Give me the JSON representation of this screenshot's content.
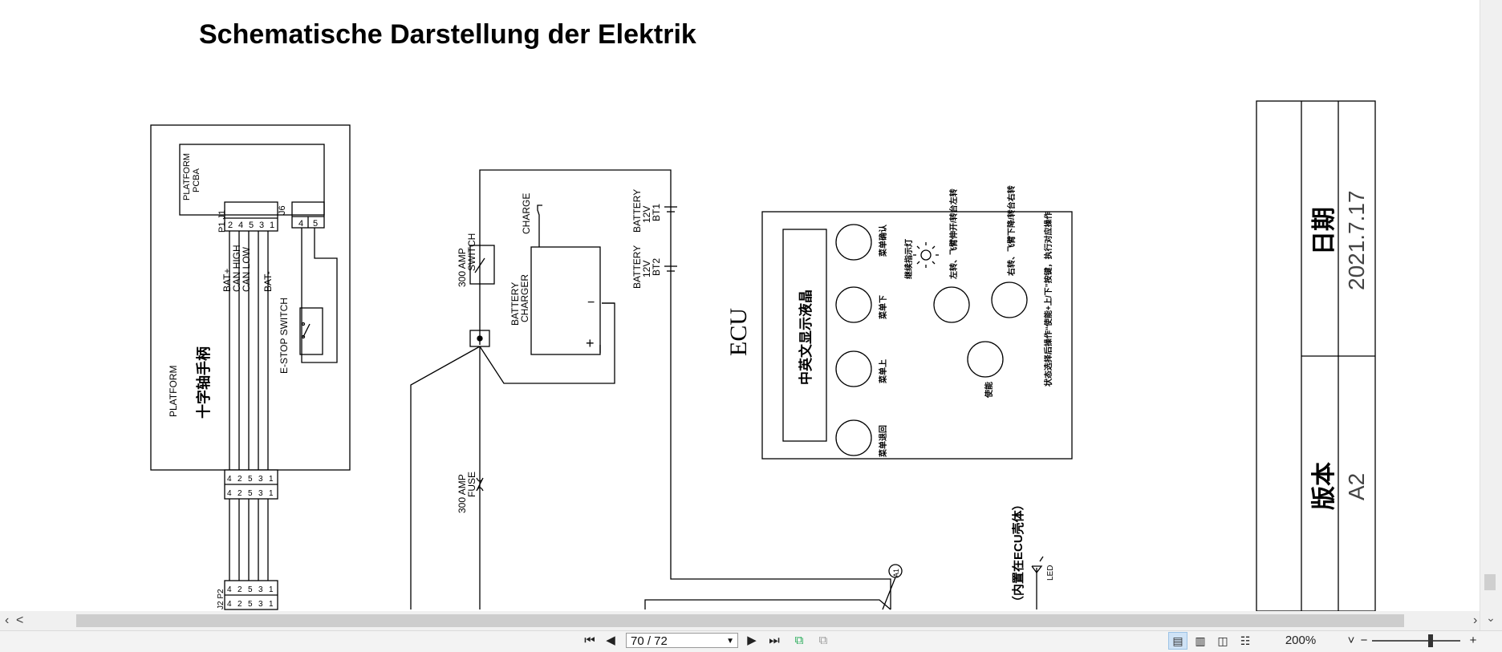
{
  "document": {
    "title": "Schematische Darstellung der Elektrik"
  },
  "schematic": {
    "platform_pcba_line1": "PLATFORM",
    "platform_pcba_line2": "PCBA",
    "p1_j1": "P1 J1",
    "j6": "J6",
    "platform": "PLATFORM",
    "joystick_cn": "十字轴手柄",
    "wire_bat_plus": "BAT+",
    "wire_can_high": "CAN HIGH",
    "wire_can_low": "CAN LOW",
    "wire_bat_minus": "BAT-",
    "estop": "E-STOP SWITCH",
    "j1_pins": [
      "2",
      "4",
      "5",
      "3",
      "1"
    ],
    "j6_pins": [
      "4",
      "5"
    ],
    "conn_pins": [
      "4",
      "4",
      "2",
      "2",
      "5",
      "5",
      "3",
      "3",
      "1",
      "1"
    ],
    "j2p2": "J2 P2",
    "j2p2_pins": [
      "4",
      "4",
      "2",
      "2",
      "5",
      "5",
      "3",
      "3",
      "1",
      "1"
    ],
    "switch_300": "300 AMP",
    "switch_label": "SWITCH",
    "fuse_300": "300 AMP",
    "fuse_label": "FUSE",
    "battery_charger_1": "BATTERY",
    "battery_charger_2": "CHARGER",
    "charge": "CHARGE",
    "minus": "−",
    "plus": "+",
    "bt1_1": "BATTERY",
    "bt1_2": "12V",
    "bt1_3": "BT1",
    "bt2_1": "BATTERY",
    "bt2_2": "12V",
    "bt2_3": "BT2",
    "ecu": "ECU",
    "lcd_cn": "中英文显示液晶",
    "btn_confirm": "菜单确认",
    "btn_down": "菜单下",
    "btn_up": "菜单上",
    "btn_back": "菜单退回",
    "indicator": "继续指示灯",
    "btn_right": "左转、飞臂伸开/转台左转",
    "btn_left": "右转、飞臂下降/转台右转",
    "btn_enable": "使能",
    "note_cn": "状态选择后操作“使能+上/下”按键，执行对应操作",
    "builtin_cn": "（内置在ECU壳体）",
    "led": "LED",
    "a1": "A1",
    "date_label": "日期",
    "date_value": "2021.7.17",
    "version_label": "版本",
    "version_value": "A2"
  },
  "toolbar": {
    "page_value": "70 / 72",
    "zoom": "200%",
    "zoom_minus": "−",
    "zoom_plus": "+"
  }
}
